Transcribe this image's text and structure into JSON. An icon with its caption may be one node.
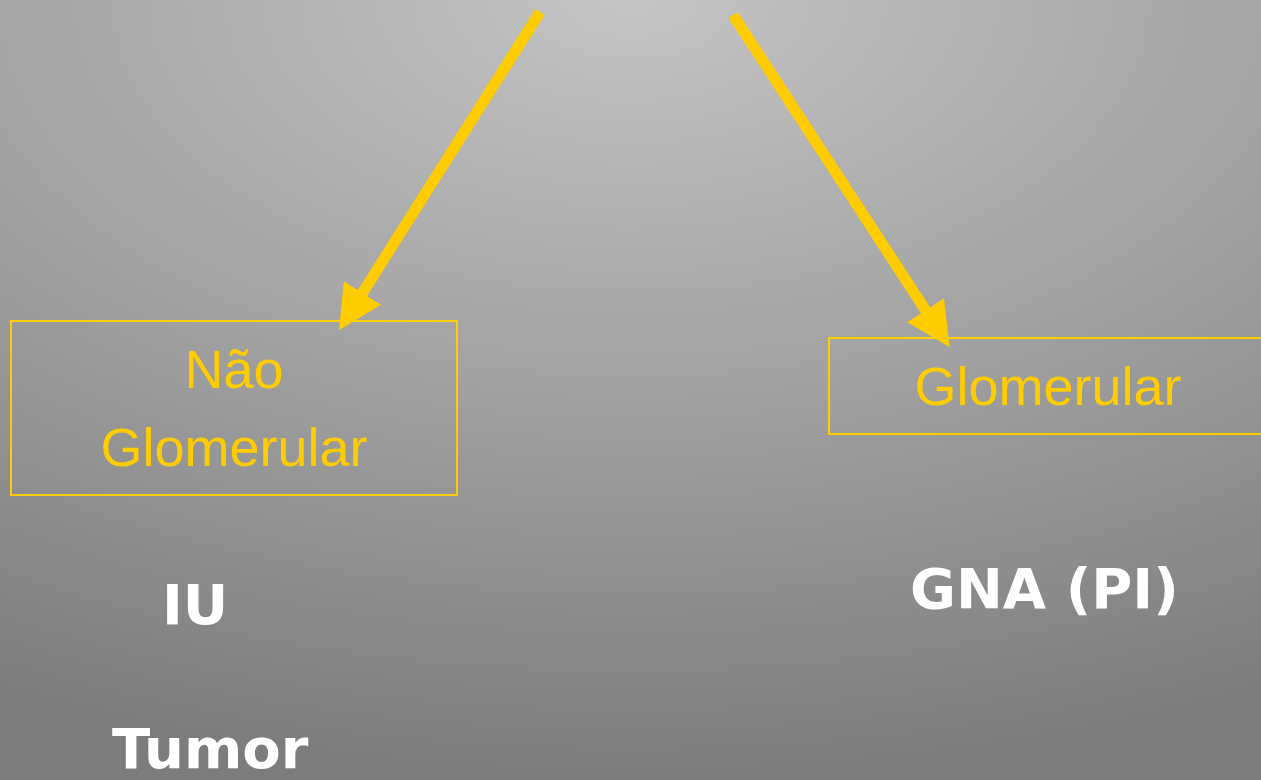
{
  "diagram": {
    "nodes": [
      {
        "text": [
          "Não Glomerular"
        ]
      },
      {
        "text": [
          "Glomerular"
        ]
      }
    ],
    "edges": [
      {
        "from": null,
        "to": 0,
        "arrow": "to"
      },
      {
        "from": null,
        "to": 1,
        "arrow": "to"
      }
    ],
    "labels": [
      "IU",
      "GNA (PI)",
      "Tumor"
    ]
  }
}
